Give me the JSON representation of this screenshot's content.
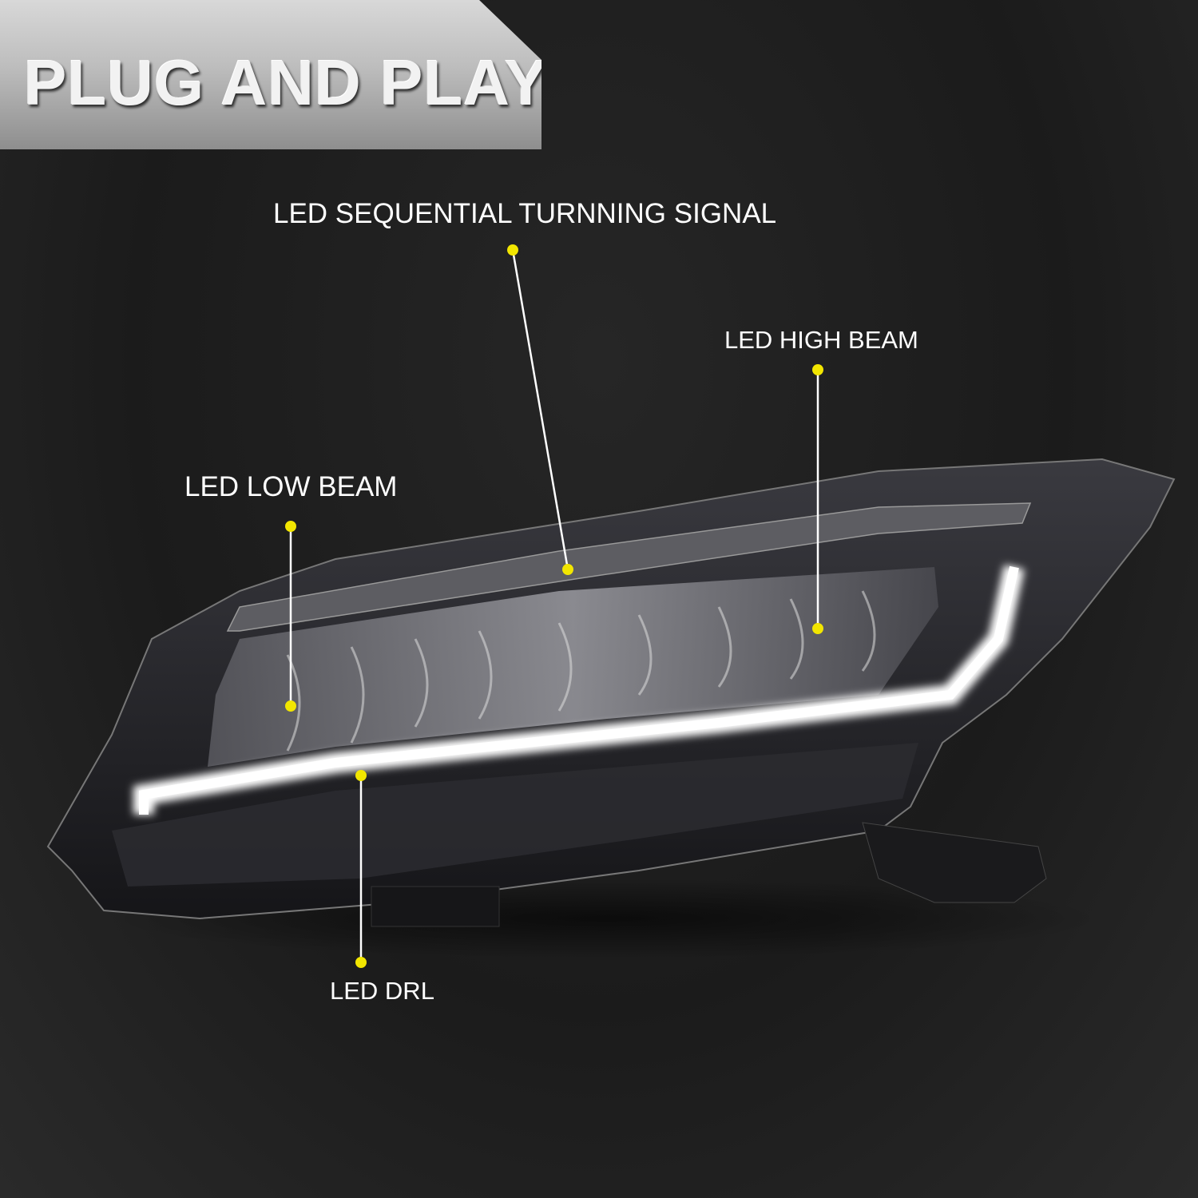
{
  "banner": {
    "title": "PLUG AND PLAY"
  },
  "callouts": [
    {
      "id": "turn-signal",
      "label": "LED SEQUENTIAL TURNNING SIGNAL"
    },
    {
      "id": "high-beam",
      "label": "LED HIGH BEAM"
    },
    {
      "id": "low-beam",
      "label": "LED LOW BEAM"
    },
    {
      "id": "drl",
      "label": "LED DRL"
    }
  ],
  "colors": {
    "dot": "#f2e600",
    "line": "#ffffff",
    "background": "#1e1e1e"
  }
}
